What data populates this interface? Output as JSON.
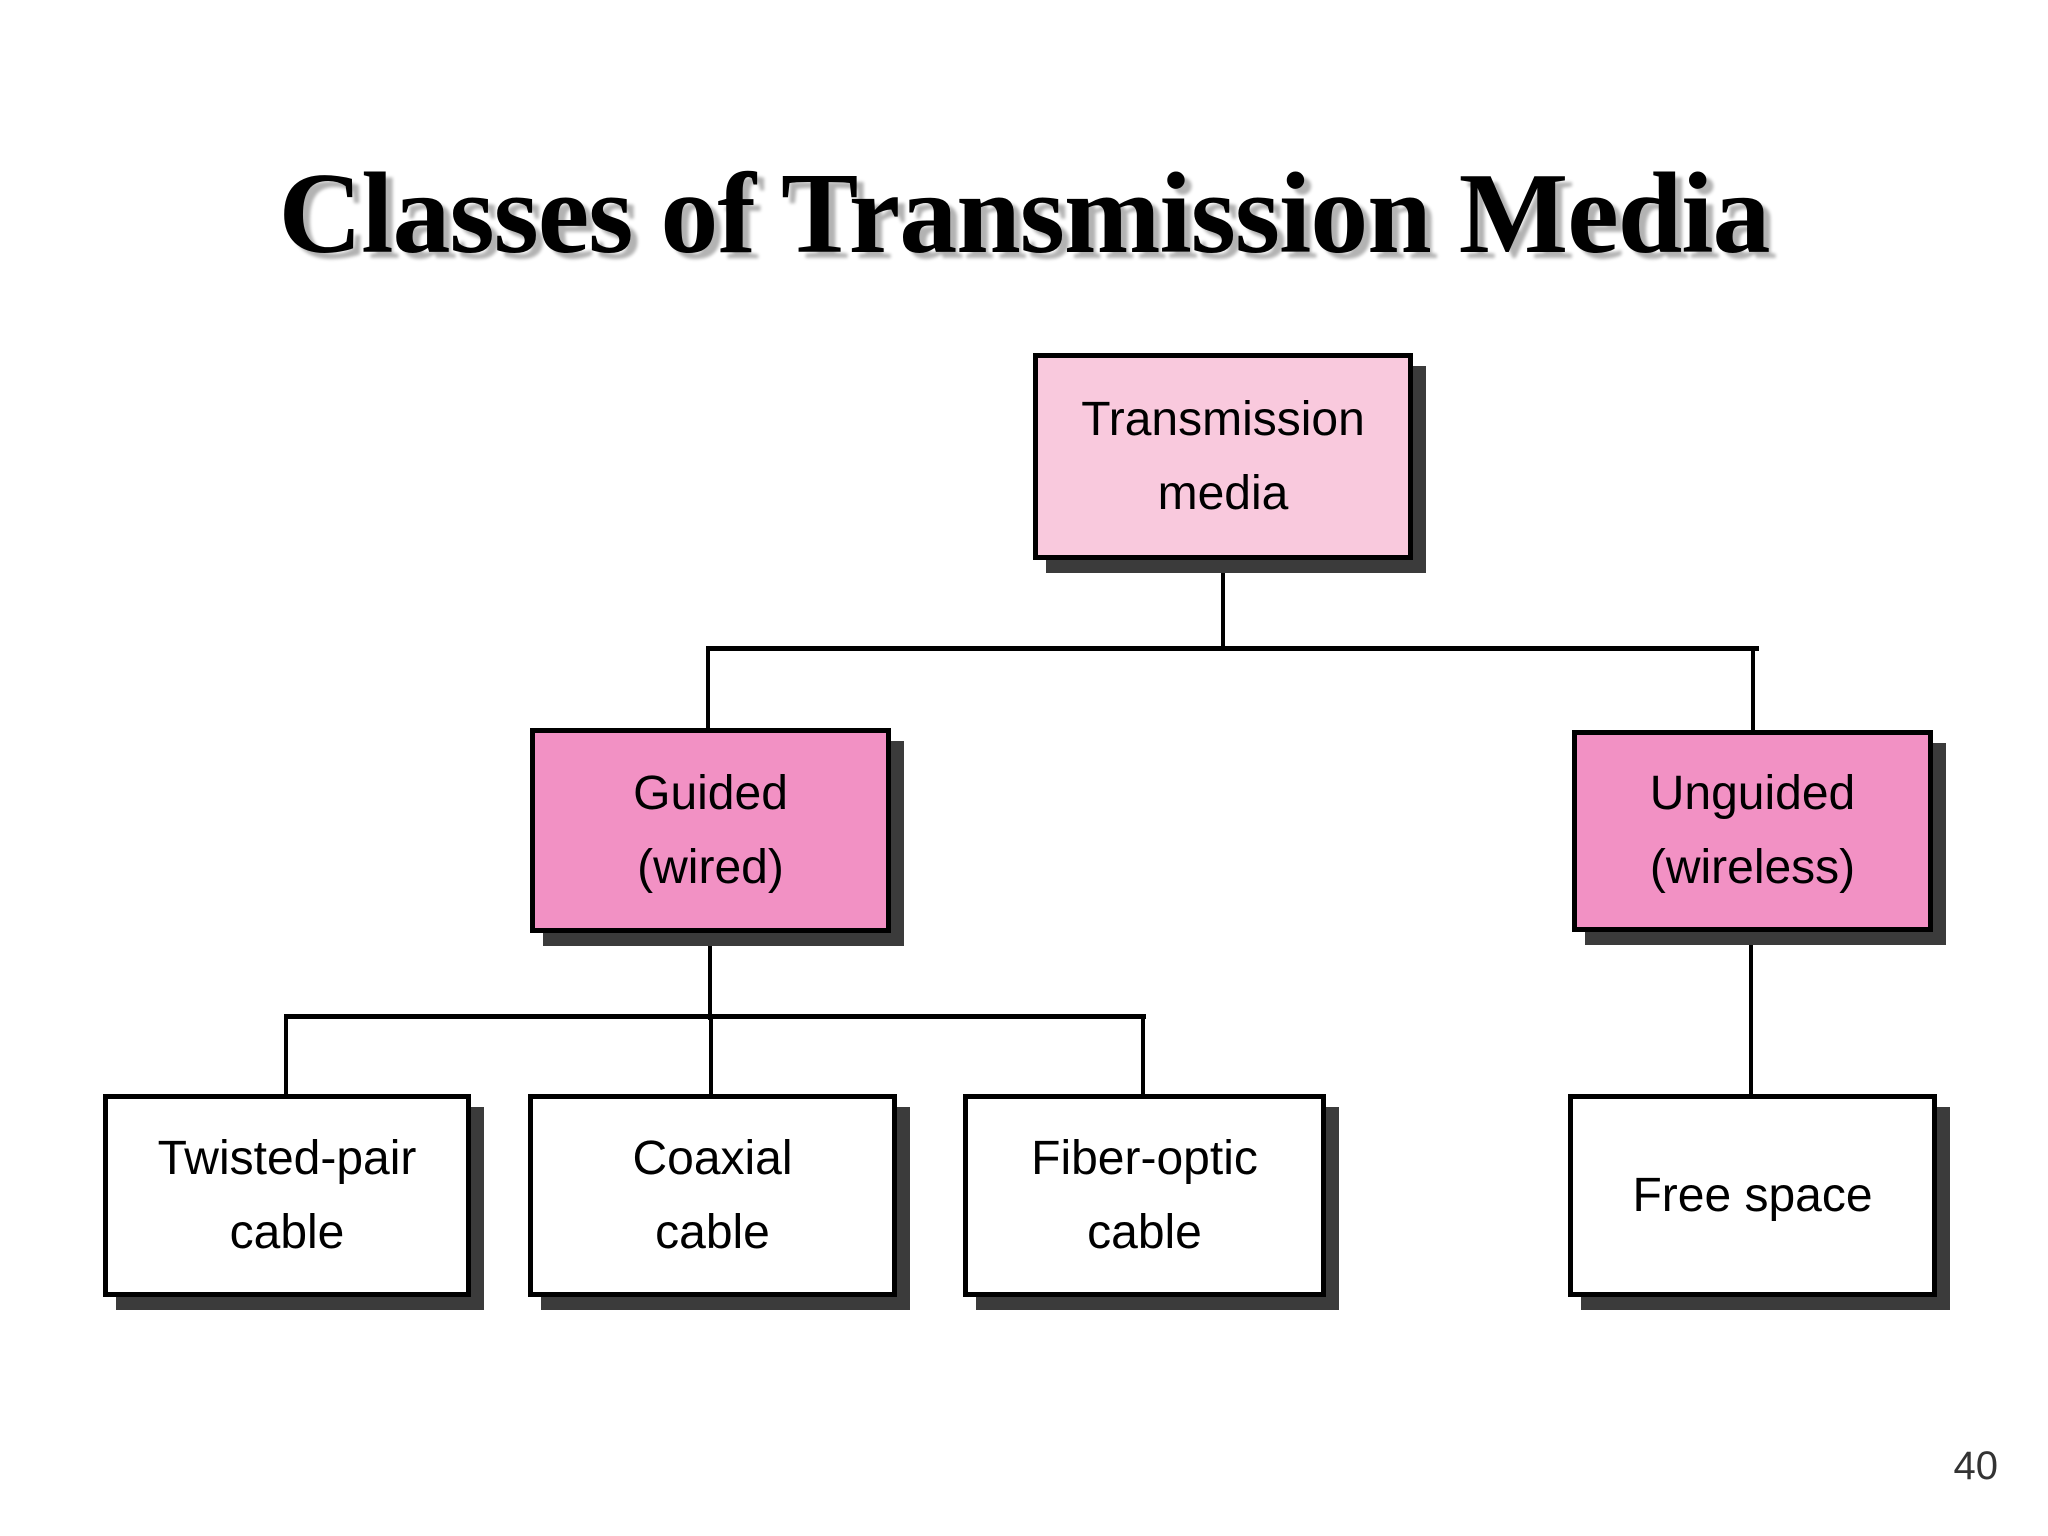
{
  "slide": {
    "title": "Classes of Transmission Media",
    "page_number": "40"
  },
  "colors": {
    "background": "#ffffff",
    "title_text": "#000000",
    "title_shadow": "#b3b3b3",
    "root_fill": "#f9c9dd",
    "branch_fill": "#f291c4",
    "leaf_fill": "#ffffff",
    "box_border": "#000000",
    "box_shadow": "#3b3b3b",
    "connector": "#000000",
    "page_number_color": "#333333"
  },
  "tree": {
    "nodes": {
      "root": {
        "lines": [
          "Transmission",
          "media"
        ]
      },
      "guided": {
        "lines": [
          "Guided",
          "(wired)"
        ]
      },
      "unguided": {
        "lines": [
          "Unguided",
          "(wireless)"
        ]
      },
      "twisted_pair": {
        "lines": [
          "Twisted-pair",
          "cable"
        ]
      },
      "coaxial": {
        "lines": [
          "Coaxial",
          "cable"
        ]
      },
      "fiber_optic": {
        "lines": [
          "Fiber-optic",
          "cable"
        ]
      },
      "free_space": {
        "lines": [
          "Free space"
        ]
      }
    }
  }
}
